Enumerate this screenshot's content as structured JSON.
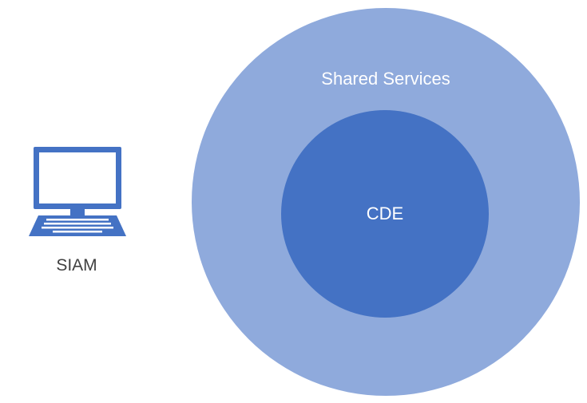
{
  "diagram": {
    "outer_zone": {
      "label": "Shared Services",
      "color": "#8faadc"
    },
    "inner_zone": {
      "label": "CDE",
      "color": "#4472c4"
    },
    "endpoint": {
      "label": "SIAM",
      "icon": "laptop-icon",
      "color": "#4472c4"
    }
  }
}
